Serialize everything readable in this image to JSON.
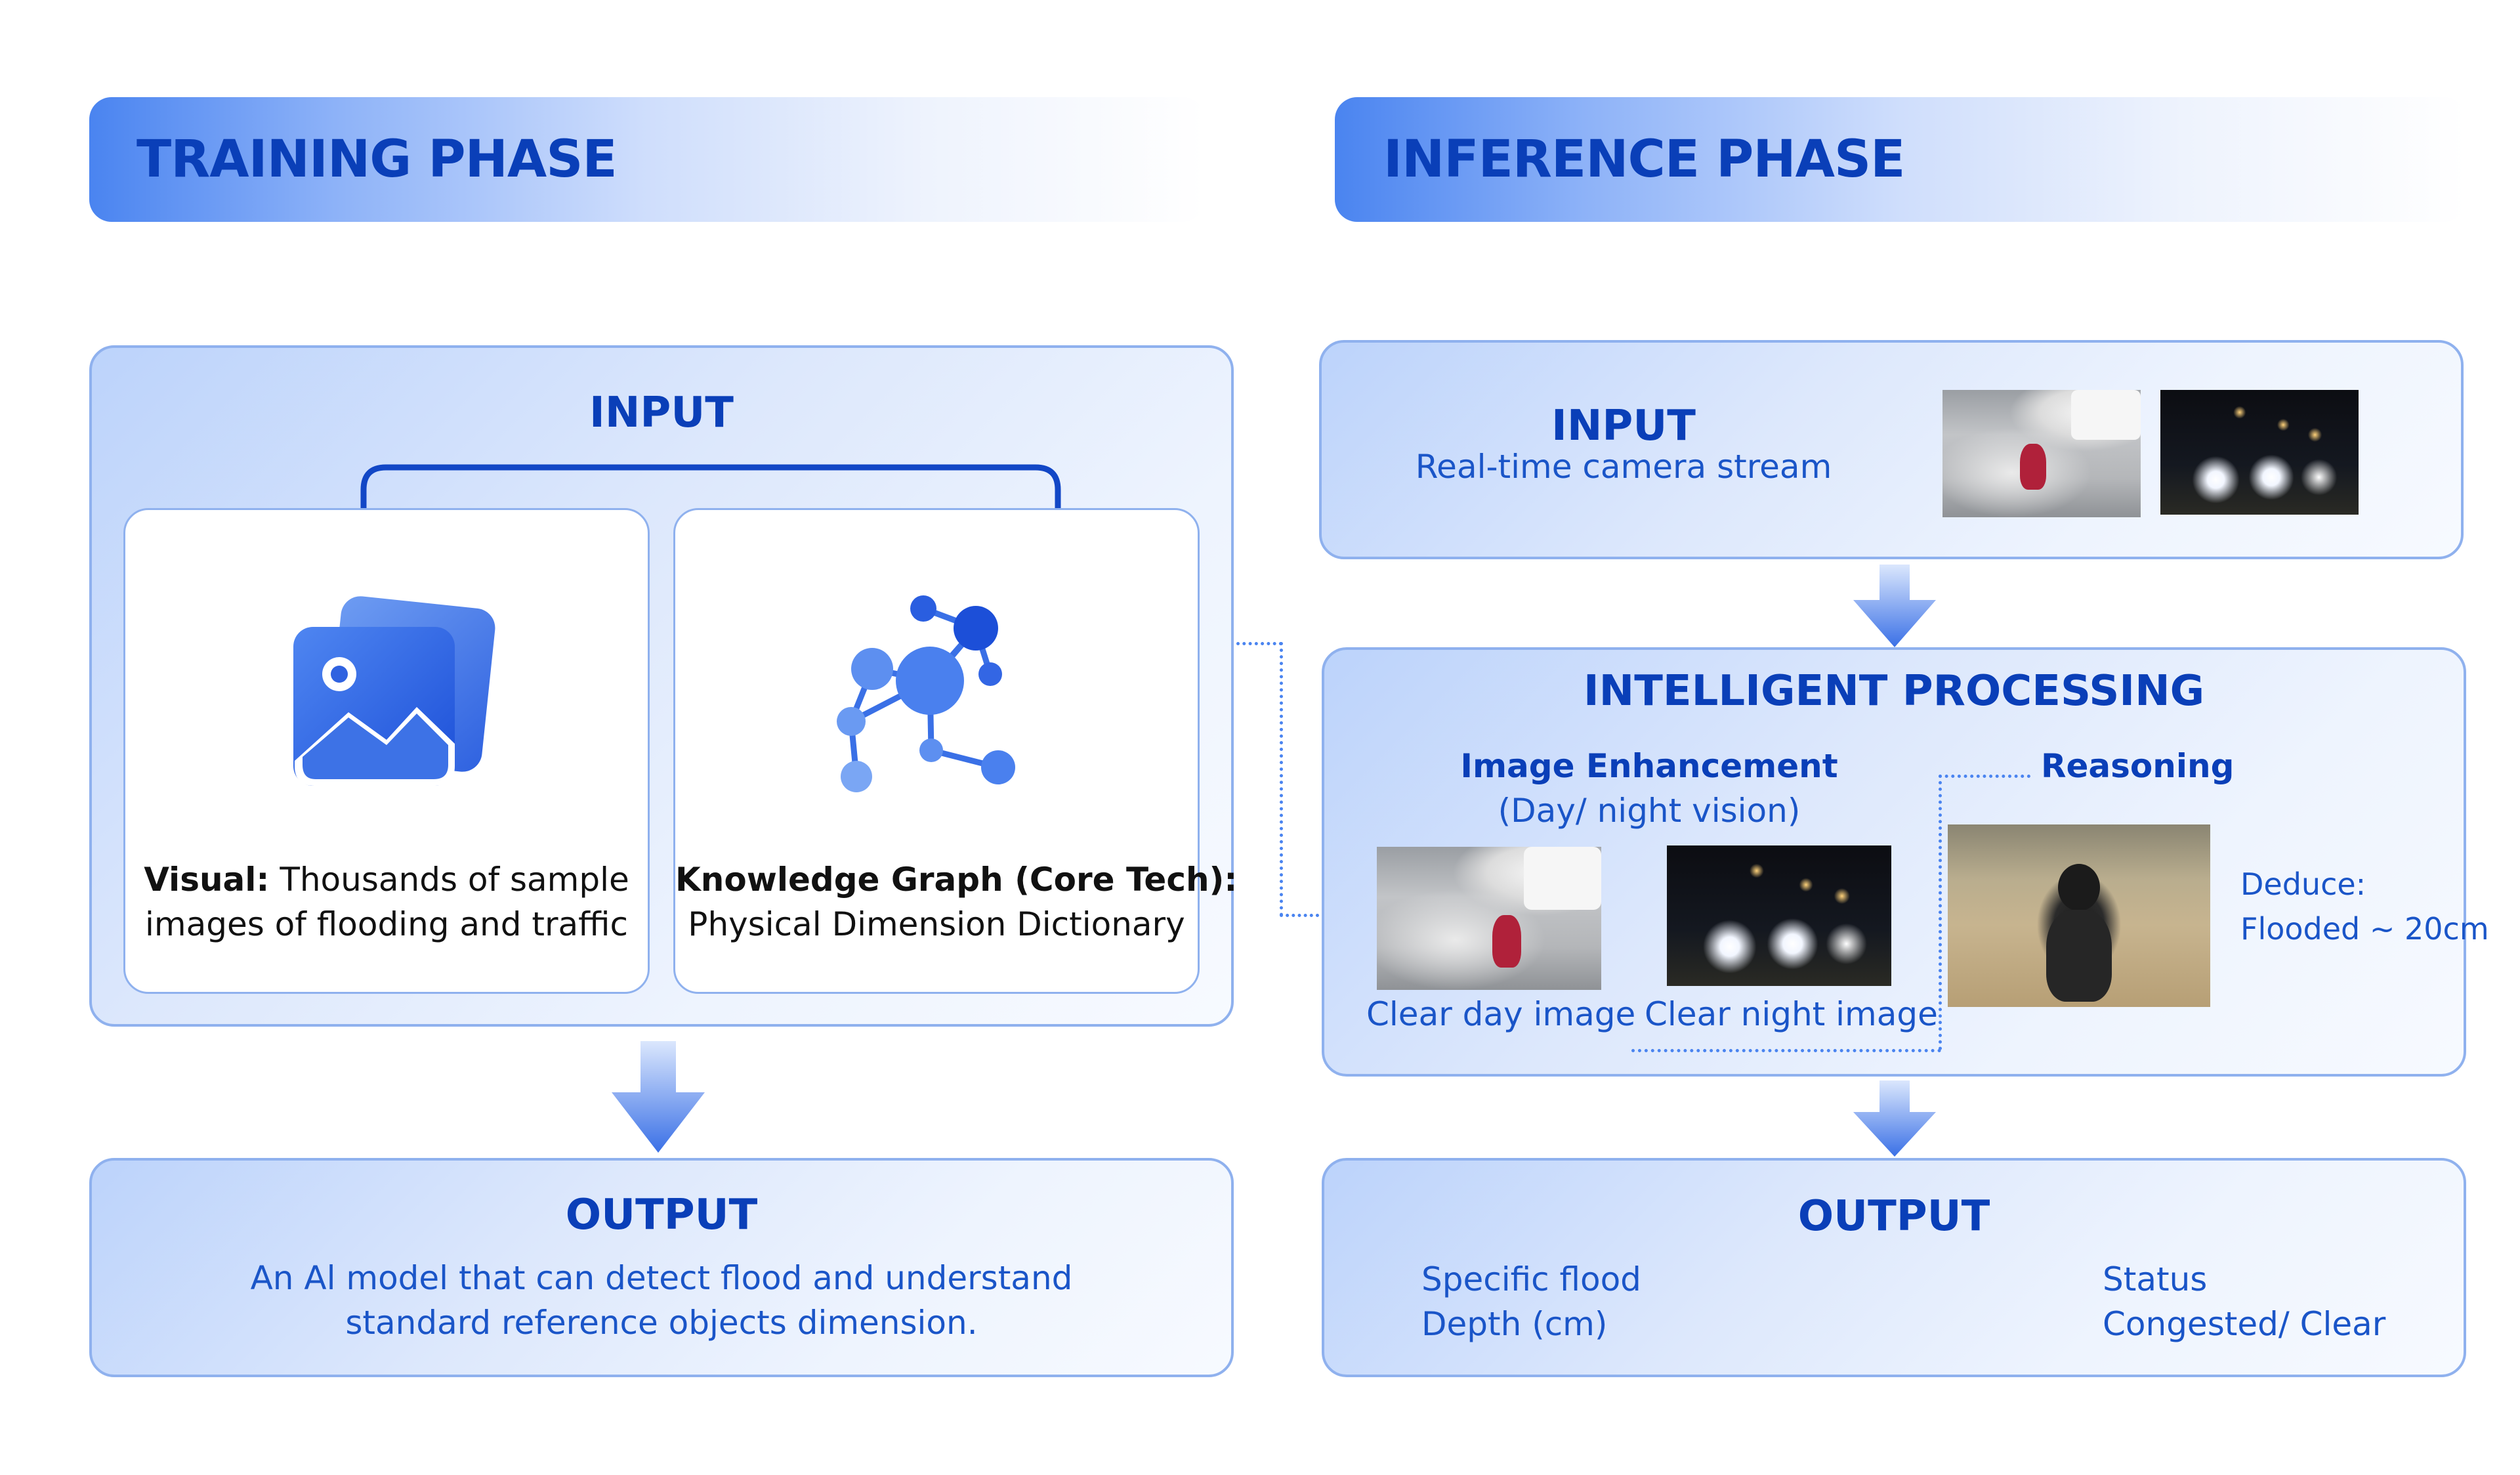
{
  "training": {
    "banner_title": "TRAINING PHASE",
    "input_title": "INPUT",
    "visual_card": {
      "label_bold": "Visual:",
      "line1_rest": " Thousands of sample",
      "line2": "images of flooding and traffic",
      "icon": "image-gallery-icon"
    },
    "knowledge_card": {
      "line1_bold": "Knowledge Graph (Core Tech):",
      "line2": "Physical Dimension Dictionary",
      "icon": "knowledge-graph-icon"
    },
    "output_title": "OUTPUT",
    "output_line1": "An Al model that can detect flood and understand",
    "output_line2": "standard reference objects dimension."
  },
  "inference": {
    "banner_title": "INFERENCE PHASE",
    "input_title": "INPUT",
    "input_subtitle": "Real-time camera stream",
    "processing_title": "INTELLIGENT PROCESSING",
    "enhancement_title": "Image Enhancement",
    "enhancement_subtitle": "(Day/ night vision)",
    "reasoning_title": "Reasoning",
    "day_caption": "Clear day image",
    "night_caption": "Clear night image",
    "deduce_line1": "Deduce:",
    "deduce_line2": "Flooded ~ 20cm",
    "output_title": "OUTPUT",
    "output_left_line1": "Specific flood",
    "output_left_line2": "Depth (cm)",
    "output_right_line1": "Status",
    "output_right_line2": "Congested/ Clear"
  },
  "colors": {
    "accent": "#0a3fb8",
    "text_blue": "#1a55c8",
    "border": "#8fb1ee",
    "arrow": "#4a84f0"
  }
}
